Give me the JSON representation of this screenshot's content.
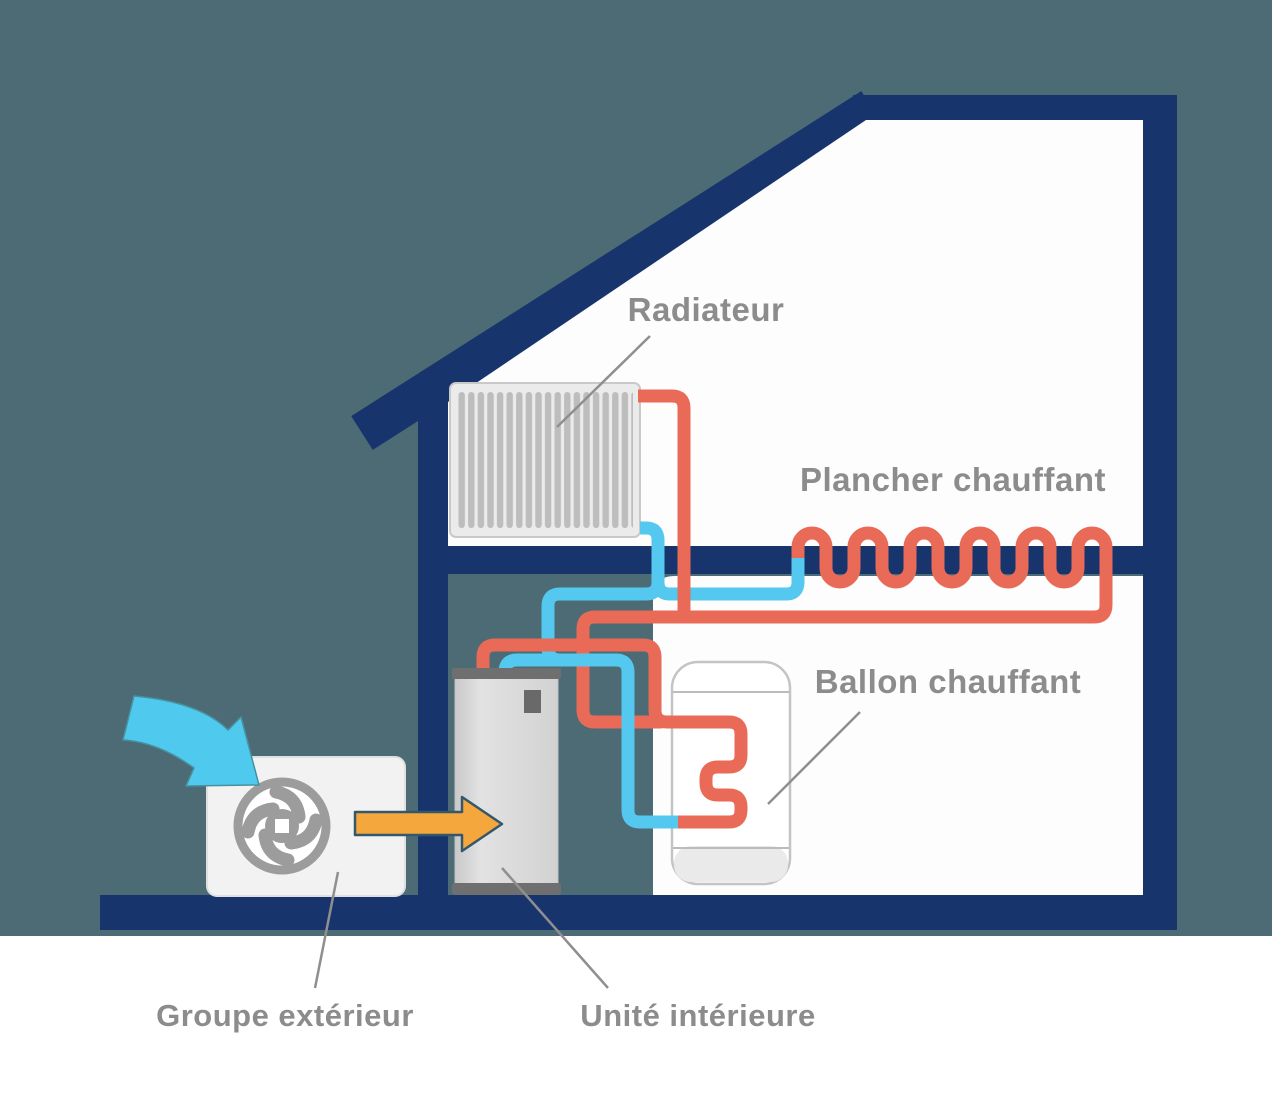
{
  "diagram": {
    "labels": {
      "radiator": "Radiateur",
      "floor_heating": "Plancher chauffant",
      "water_tank": "Ballon chauffant",
      "outdoor_unit": "Groupe extérieur",
      "indoor_unit": "Unité intérieure"
    },
    "icons": {
      "fan": "fan-icon",
      "cold_air_arrow": "cold-air-arrow-icon",
      "heat_transfer_arrow": "heat-transfer-arrow-icon"
    },
    "colors": {
      "outdoor_background": "#4c6b74",
      "structure_navy": "#17346d",
      "interior_white": "#fdfdfd",
      "pipe_hot": "#e96b57",
      "pipe_cold": "#54c8ee",
      "arrow_cold_air": "#4fc9ee",
      "arrow_heat": "#f4a73c",
      "arrow_heat_outline": "#33576b",
      "label_text": "#8c8c8c",
      "pointer_line": "#8f8f8f",
      "equipment_gray": "#dcdcdc",
      "equipment_dark": "#6f6f6f",
      "radiator_body": "#ebebeb",
      "radiator_fin": "#bdbdbd",
      "tank_outline": "#c4c4c4",
      "fan_gray": "#9c9c9c"
    }
  }
}
